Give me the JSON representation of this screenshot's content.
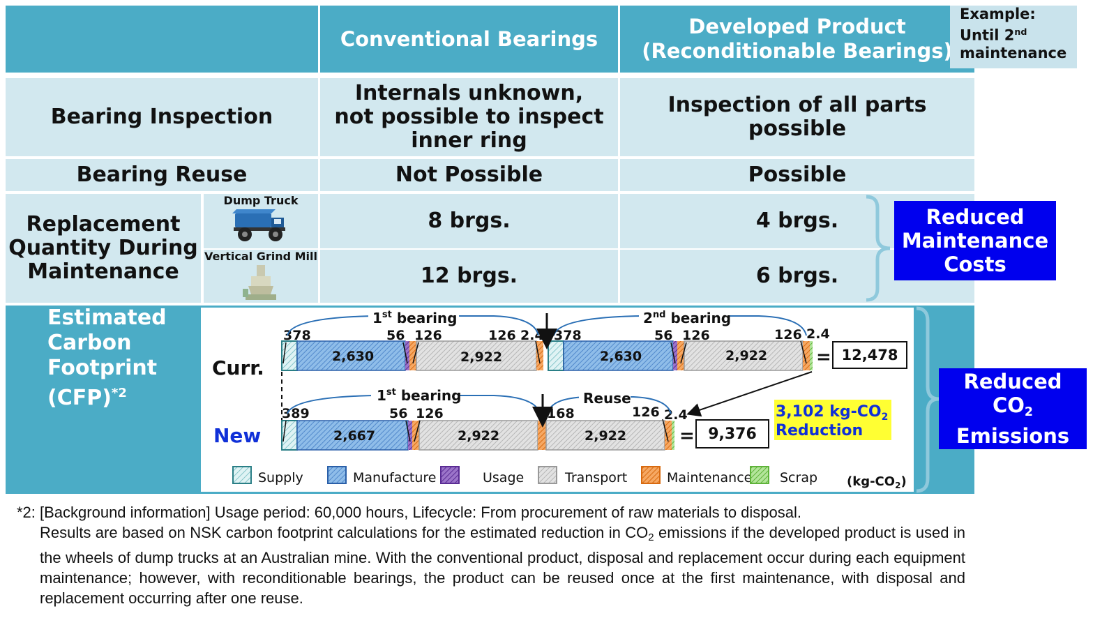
{
  "header": {
    "conventional": "Conventional Bearings",
    "developed_line1": "Developed Product",
    "developed_line2": "(Reconditionable Bearings)",
    "example_line1": "Example:",
    "example_line2_pre": "Until 2",
    "example_line2_sup": "nd",
    "example_line3": "maintenance"
  },
  "inspection": {
    "label": "Bearing Inspection",
    "conventional_line1": "Internals unknown,",
    "conventional_line2": "not possible to inspect",
    "conventional_line3": "inner ring",
    "developed": "Inspection of all parts possible"
  },
  "reuse": {
    "label": "Bearing Reuse",
    "conventional": "Not Possible",
    "developed": "Possible"
  },
  "replacement": {
    "label_line1": "Replacement",
    "label_line2": "Quantity During",
    "label_line3": "Maintenance",
    "dump_truck_label": "Dump Truck",
    "mill_label": "Vertical Grind Mill",
    "dump_conventional": "8 brgs.",
    "dump_developed": "4 brgs.",
    "mill_conventional": "12 brgs.",
    "mill_developed": "6 brgs."
  },
  "callouts": {
    "maintenance_line1": "Reduced",
    "maintenance_line2": "Maintenance",
    "maintenance_line3": "Costs",
    "co2_line1": "Reduced",
    "co2_line2_pre": "CO",
    "co2_line2_sub": "2",
    "co2_line3": "Emissions"
  },
  "cfp": {
    "label_line1": "Estimated",
    "label_line2": "Carbon",
    "label_line3": "Footprint",
    "label_line4": "(CFP)",
    "label_line4_sup": "*2",
    "curr_label": "Curr.",
    "new_label": "New",
    "first_bearing_pre": "1",
    "first_bearing_sup": "st",
    "first_bearing_post": " bearing",
    "second_bearing_pre": "2",
    "second_bearing_sup": "nd",
    "second_bearing_post": " bearing",
    "reuse_label": "Reuse",
    "eq": "=",
    "curr_total": "12,478",
    "new_total": "9,376",
    "reduction_line1_pre": "3,102 kg-CO",
    "reduction_line1_sub": "2",
    "reduction_line2": "Reduction",
    "unit_pre": "(kg-CO",
    "unit_sub": "2",
    "unit_post": ")",
    "curr_values": {
      "supply1": "378",
      "manufacture1": "2,630",
      "usage1": "56",
      "transport_maint1": "126",
      "transport1": "2,922",
      "maint1": "126",
      "scrap1": "2.4",
      "supply2": "378",
      "manufacture2": "2,630",
      "usage2": "56",
      "transport_maint2": "126",
      "transport2": "2,922",
      "maint2": "126",
      "scrap2": "2.4"
    },
    "new_values": {
      "supply1": "389",
      "manufacture1": "2,667",
      "usage1": "56",
      "transport_maint1": "126",
      "transport1": "2,922",
      "reuse_maint": "168",
      "transport2": "2,922",
      "maint2": "126",
      "scrap2": "2.4"
    },
    "legend": {
      "supply": "Supply",
      "manufacture": "Manufacture",
      "usage": "Usage",
      "transport": "Transport",
      "maintenance": "Maintenance",
      "scrap": "Scrap"
    }
  },
  "footnote": {
    "line1": "*2: [Background information] Usage period: 60,000 hours, Lifecycle: From procurement of raw materials to disposal.",
    "line2_pre": "Results are based on NSK carbon footprint calculations for the estimated reduction in CO",
    "line2_sub": "2",
    "line2_post": " emissions if the developed product is used in the wheels of dump trucks at an Australian mine. With the conventional product, disposal and replacement occur during each equipment maintenance; however, with reconditionable bearings, the product can be reused once at the first maintenance, with disposal and replacement occurring after one reuse."
  },
  "colors": {
    "header_bg": "#4bacc6",
    "row_bg": "#d2e8ef",
    "callout_blue": "#0000ee",
    "supply": "#cfeef0",
    "manufacture": "#7fb2e5",
    "usage": "#7b4fb0",
    "transport": "#cccccc",
    "maintenance": "#f08a36",
    "scrap": "#8fd46a",
    "reduction_highlight": "#ffff33"
  }
}
